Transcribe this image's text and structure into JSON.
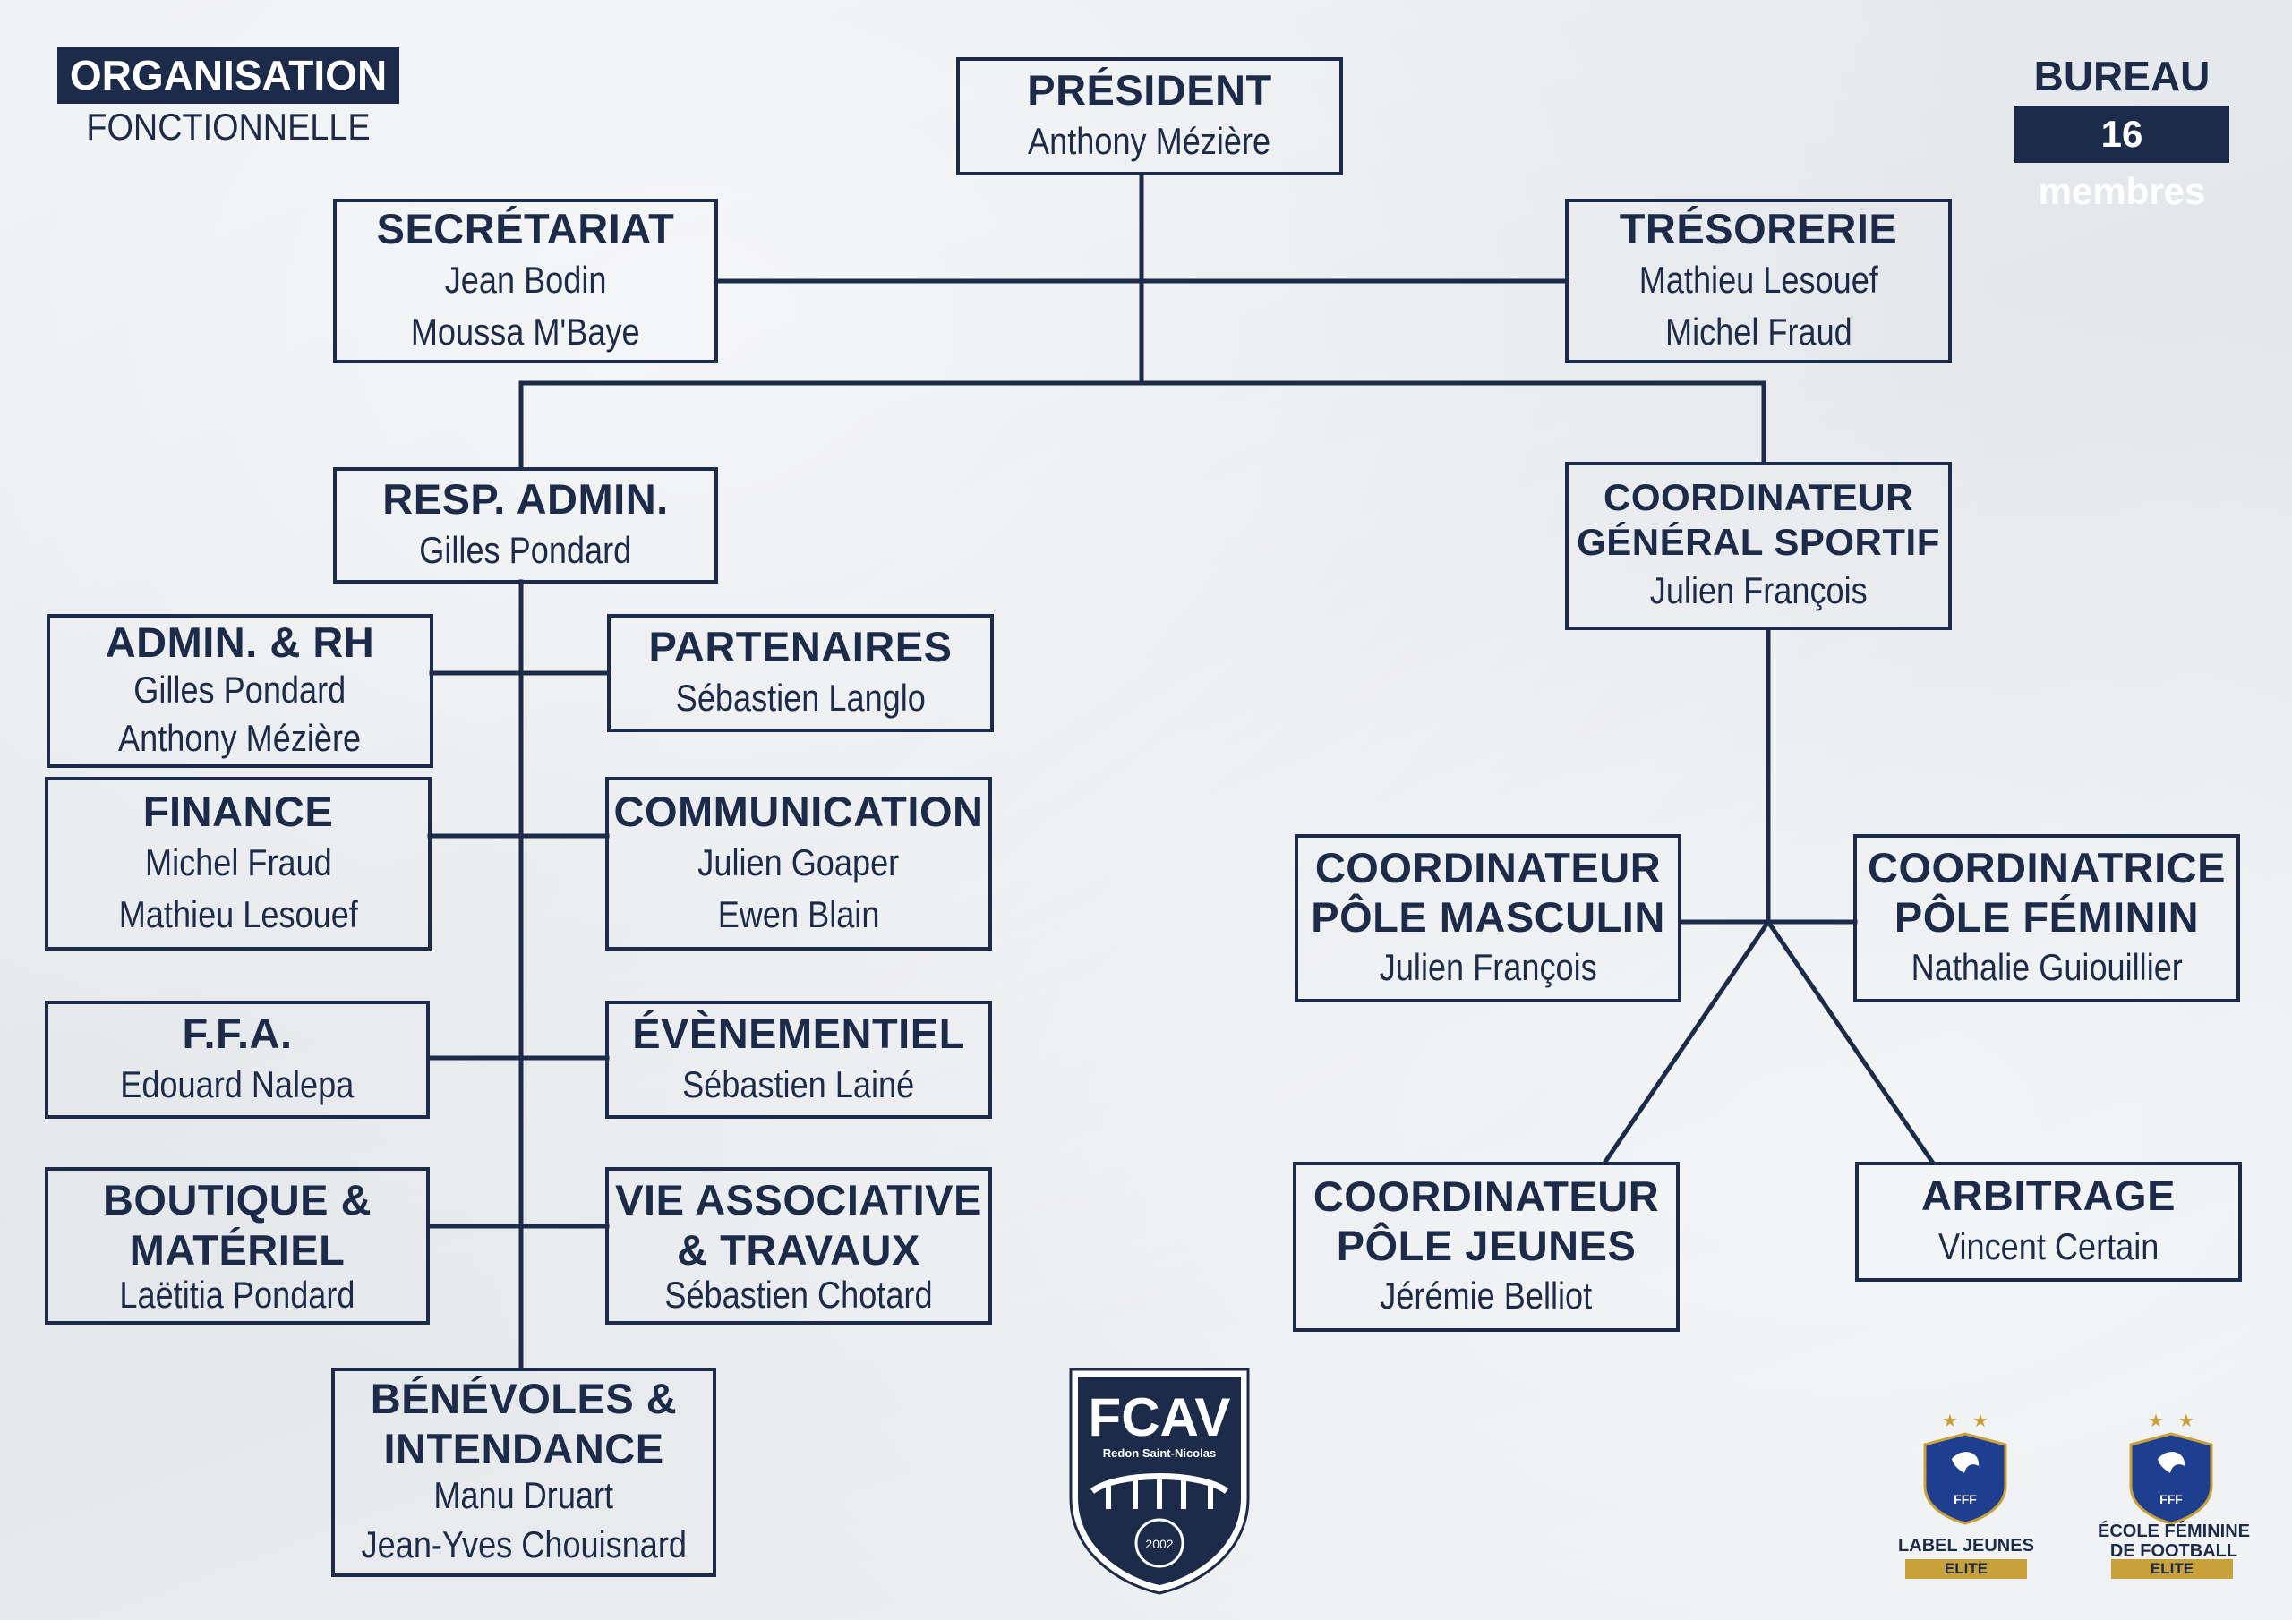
{
  "header": {
    "title": "ORGANISATION",
    "subtitle": "FONCTIONNELLE"
  },
  "bureau": {
    "title": "BUREAU",
    "count": "16 membres"
  },
  "nodes": {
    "president": {
      "title": "PRÉSIDENT",
      "names": [
        "Anthony Mézière"
      ]
    },
    "secretariat": {
      "title": "SECRÉTARIAT",
      "names": [
        "Jean Bodin",
        "Moussa M'Baye"
      ]
    },
    "tresorerie": {
      "title": "TRÉSORERIE",
      "names": [
        "Mathieu Lesouef",
        "Michel Fraud"
      ]
    },
    "resp_admin": {
      "title": "RESP. ADMIN.",
      "names": [
        "Gilles Pondard"
      ]
    },
    "coord_general": {
      "title_lines": [
        "COORDINATEUR",
        "GÉNÉRAL SPORTIF"
      ],
      "names": [
        "Julien François"
      ]
    },
    "admin_rh": {
      "title": "ADMIN. & RH",
      "names": [
        "Gilles Pondard",
        "Anthony Mézière"
      ]
    },
    "partenaires": {
      "title": "PARTENAIRES",
      "names": [
        "Sébastien Langlo"
      ]
    },
    "finance": {
      "title": "FINANCE",
      "names": [
        "Michel Fraud",
        "Mathieu Lesouef"
      ]
    },
    "communication": {
      "title": "COMMUNICATION",
      "names": [
        "Julien Goaper",
        "Ewen Blain"
      ]
    },
    "ffa": {
      "title": "F.F.A.",
      "names": [
        "Edouard Nalepa"
      ]
    },
    "evenementiel": {
      "title": "ÉVÈNEMENTIEL",
      "names": [
        "Sébastien Lainé"
      ]
    },
    "boutique": {
      "title_lines": [
        "BOUTIQUE &",
        "MATÉRIEL"
      ],
      "names": [
        "Laëtitia Pondard"
      ]
    },
    "vie_asso": {
      "title_lines": [
        "VIE ASSOCIATIVE",
        "& TRAVAUX"
      ],
      "names": [
        "Sébastien Chotard"
      ]
    },
    "benevoles": {
      "title_lines": [
        "BÉNÉVOLES &",
        "INTENDANCE"
      ],
      "names": [
        "Manu Druart",
        "Jean-Yves Chouisnard"
      ]
    },
    "coord_masculin": {
      "title_lines": [
        "COORDINATEUR",
        "PÔLE MASCULIN"
      ],
      "names": [
        "Julien François"
      ]
    },
    "coord_feminin": {
      "title_lines": [
        "COORDINATRICE",
        "PÔLE FÉMININ"
      ],
      "names": [
        "Nathalie Guiouillier"
      ]
    },
    "coord_jeunes": {
      "title_lines": [
        "COORDINATEUR",
        "PÔLE JEUNES"
      ],
      "names": [
        "Jérémie Belliot"
      ]
    },
    "arbitrage": {
      "title": "ARBITRAGE",
      "names": [
        "Vincent Certain"
      ]
    }
  },
  "club_logo": {
    "text": "FCAV",
    "subtitle": "Redon Saint-Nicolas",
    "year": "2002"
  },
  "labels": [
    {
      "federation": "FFF",
      "caption": "LABEL JEUNES",
      "level": "ELITE"
    },
    {
      "federation": "FFF",
      "caption_lines": [
        "ÉCOLE FÉMININE",
        "DE FOOTBALL"
      ],
      "level": "ELITE"
    }
  ],
  "colors": {
    "navy": "#1c2b49",
    "gold": "#c9a13b",
    "paper": "#e9ebee"
  }
}
